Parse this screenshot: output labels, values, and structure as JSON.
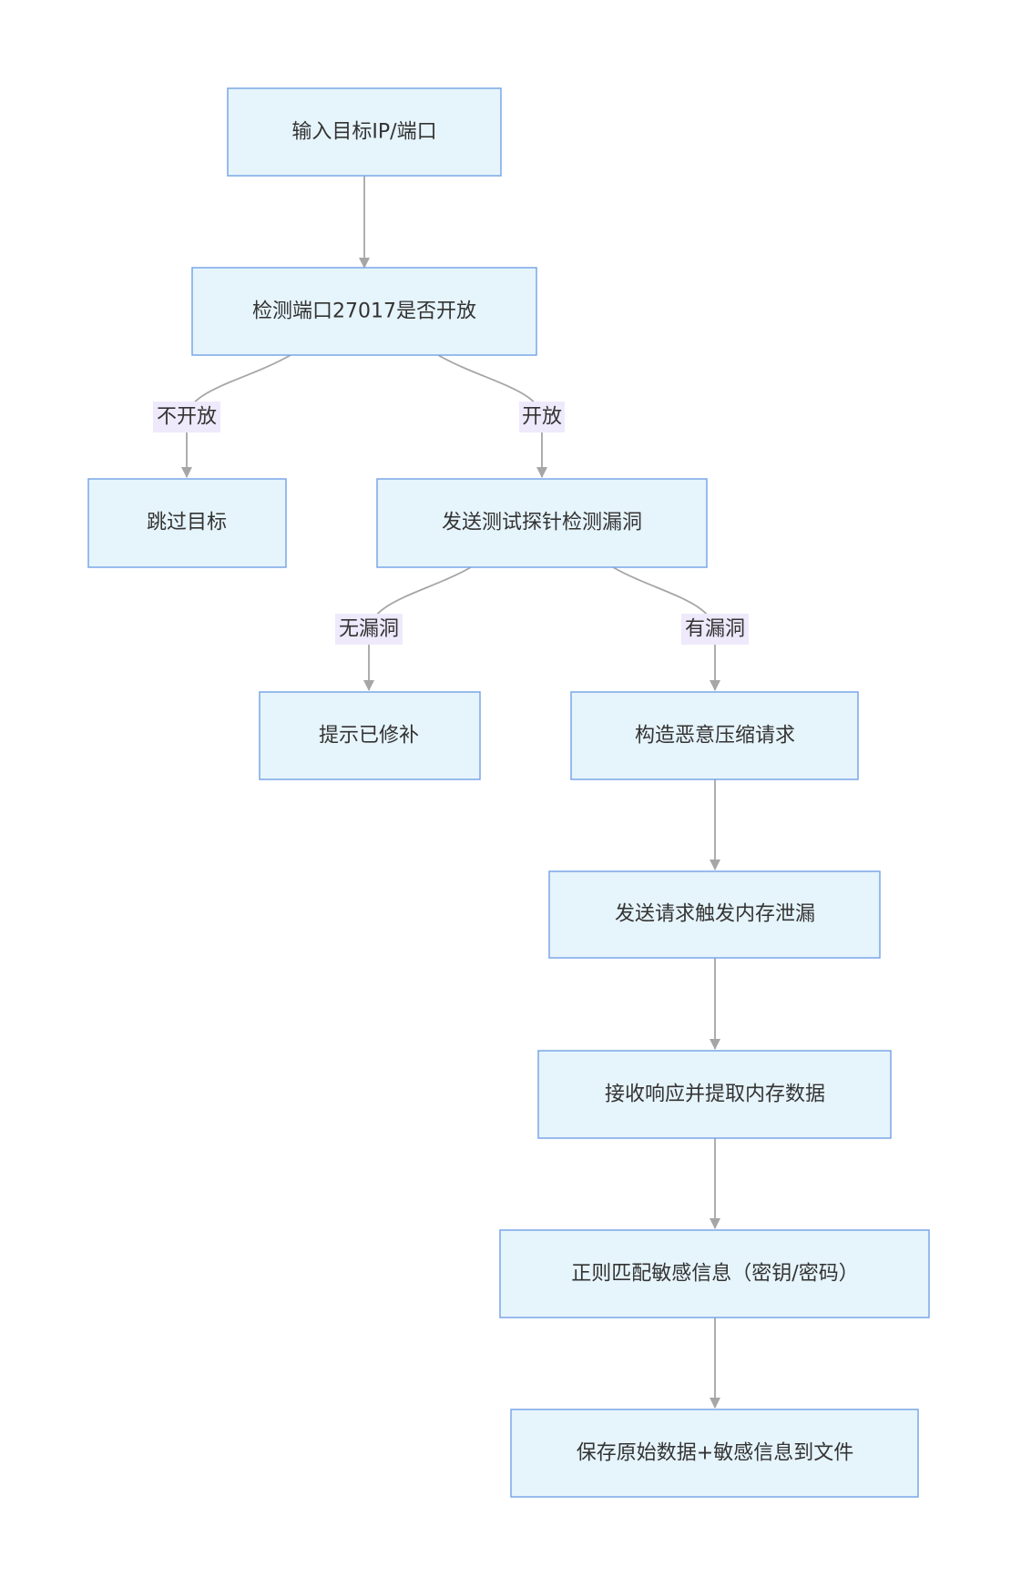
{
  "nodes": {
    "input_target": "输入目标IP/端口",
    "check_port": "检测端口27017是否开放",
    "skip_target": "跳过目标",
    "send_probe": "发送测试探针检测漏洞",
    "patched": "提示已修补",
    "build_request": "构造恶意压缩请求",
    "trigger_leak": "发送请求触发内存泄漏",
    "receive_extract": "接收响应并提取内存数据",
    "regex_match": "正则匹配敏感信息（密钥/密码）",
    "save_file": "保存原始数据+敏感信息到文件"
  },
  "edge_labels": {
    "port_closed": "不开放",
    "port_open": "开放",
    "no_vuln": "无漏洞",
    "has_vuln": "有漏洞"
  },
  "colors": {
    "node_fill": "#e6f4fb",
    "node_stroke": "#7aa6e8",
    "edge": "#a6a6a6",
    "label_bg": "#eee9fb",
    "text": "#333333"
  }
}
